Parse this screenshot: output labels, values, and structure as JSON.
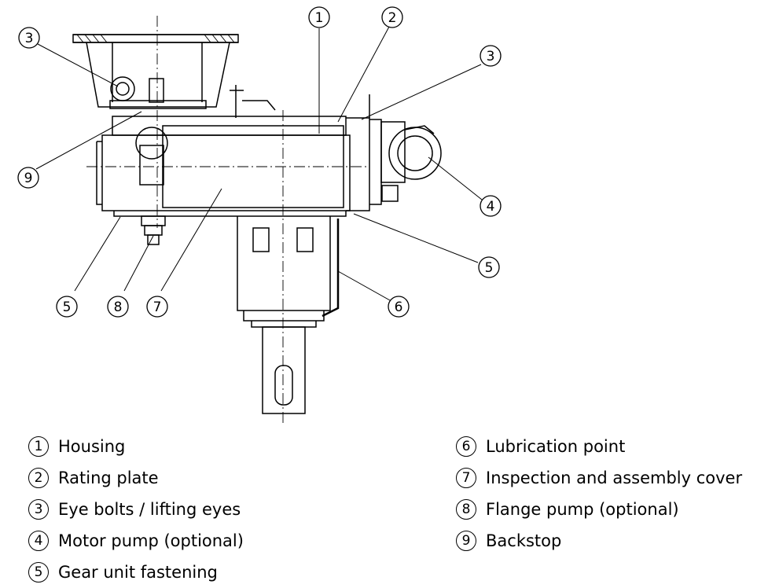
{
  "callouts": [
    {
      "num": "1",
      "label": "Housing"
    },
    {
      "num": "2",
      "label": "Rating plate"
    },
    {
      "num": "3",
      "label": "Eye bolts / lifting eyes"
    },
    {
      "num": "4",
      "label": "Motor pump (optional)"
    },
    {
      "num": "5",
      "label": "Gear unit fastening"
    },
    {
      "num": "6",
      "label": "Lubrication point"
    },
    {
      "num": "7",
      "label": "Inspection and assembly cover"
    },
    {
      "num": "8",
      "label": "Flange pump (optional)"
    },
    {
      "num": "9",
      "label": "Backstop"
    }
  ]
}
